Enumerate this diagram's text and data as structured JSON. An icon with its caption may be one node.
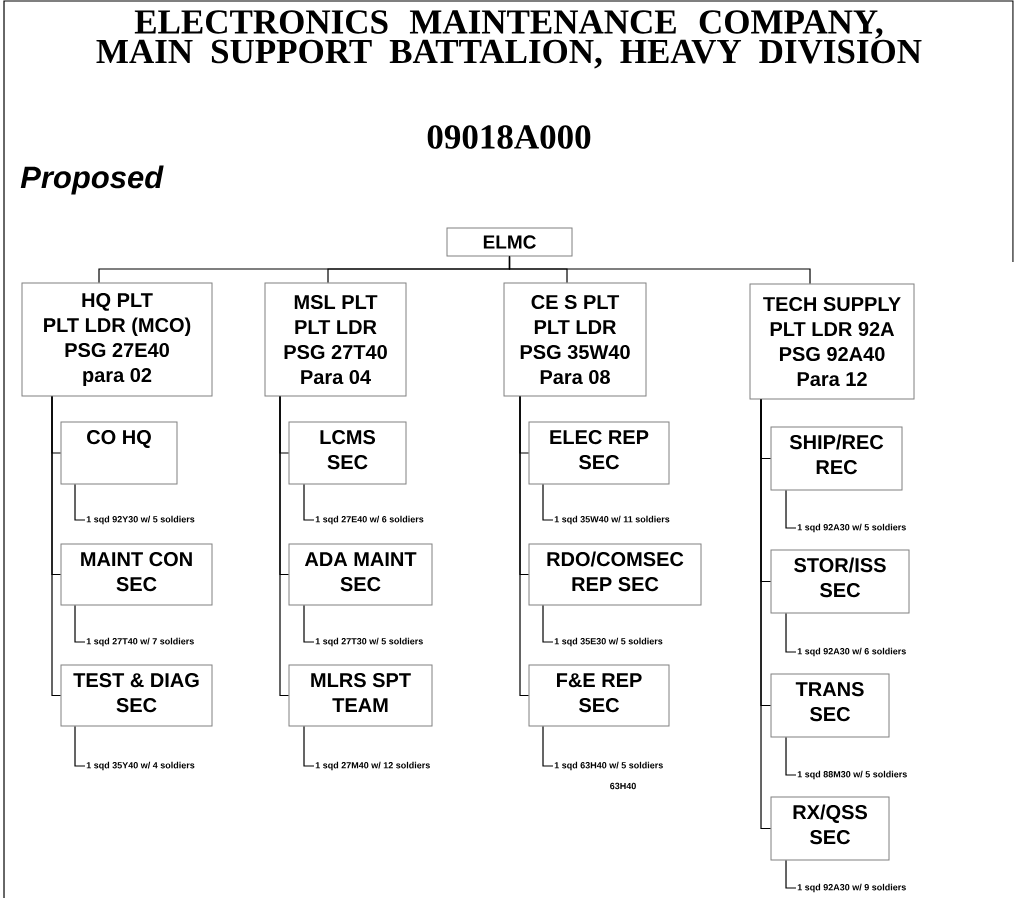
{
  "diagram": {
    "title": "ELECTRONICS MAINTENANCE COMPANY, MAIN SUPPORT BATTALION, HEAVY DIVISION",
    "nodes": [
      {
        "text": [
          "ELMC"
        ]
      },
      {
        "text": [
          "HQ PLT",
          "PLT LDR (MCO)",
          "PSG 27E40",
          "para 02"
        ]
      },
      {
        "text": [
          "MSL PLT",
          "PLT LDR",
          "PSG 27T40",
          "Para 04"
        ]
      },
      {
        "text": [
          "CE S PLT",
          "PLT LDR",
          "PSG 35W40",
          "Para 08"
        ]
      },
      {
        "text": [
          "TECH SUPPLY",
          "PLT LDR 92A",
          "PSG 92A40",
          "Para 12"
        ]
      },
      {
        "text": [
          "CO HQ"
        ]
      },
      {
        "text": [
          "1 sqd 92Y30 w/ 5 soldiers"
        ]
      },
      {
        "text": [
          "MAINT CON SEC"
        ]
      },
      {
        "text": [
          "1 sqd 27T40 w/ 7 soldiers"
        ]
      },
      {
        "text": [
          "TEST & DIAG SEC"
        ]
      },
      {
        "text": [
          "1 sqd 35Y40 w/ 4 soldiers"
        ]
      },
      {
        "text": [
          "LCMS SEC"
        ]
      },
      {
        "text": [
          "1 sqd 27E40 w/ 6 soldiers"
        ]
      },
      {
        "text": [
          "ADA MAINT SEC"
        ]
      },
      {
        "text": [
          "1 sqd 27T30 w/ 5 soldiers"
        ]
      },
      {
        "text": [
          "MLRS SPT TEAM"
        ]
      },
      {
        "text": [
          "1 sqd 27M40 w/ 12 soldiers"
        ]
      },
      {
        "text": [
          "ELEC REP SEC"
        ]
      },
      {
        "text": [
          "1 sqd 35W40 w/ 11 soldiers"
        ]
      },
      {
        "text": [
          "RDO/COMSEC REP SEC"
        ]
      },
      {
        "text": [
          "1 sqd 35E30 w/ 5 soldiers"
        ]
      },
      {
        "text": [
          "F&E REP SEC"
        ]
      },
      {
        "text": [
          "1 sqd 63H40 w/ 5 soldiers"
        ]
      },
      {
        "text": [
          "SHIP/REC REC"
        ]
      },
      {
        "text": [
          "1 sqd 92A30 w/ 5 soldiers"
        ]
      },
      {
        "text": [
          "STOR/ISS SEC"
        ]
      },
      {
        "text": [
          "1 sqd 92A30 w/ 6 soldiers"
        ]
      },
      {
        "text": [
          "TRANS SEC"
        ]
      },
      {
        "text": [
          "1 sqd 88M30 w/ 5 soldiers"
        ]
      },
      {
        "text": [
          "RX/QSS SEC"
        ]
      },
      {
        "text": [
          "1 sqd 92A30 w/ 9 soldiers"
        ]
      }
    ],
    "edges": [
      {
        "from": 0,
        "to": 1,
        "arrow": "none"
      },
      {
        "from": 0,
        "to": 2,
        "arrow": "none"
      },
      {
        "from": 0,
        "to": 3,
        "arrow": "none"
      },
      {
        "from": 0,
        "to": 4,
        "arrow": "none"
      },
      {
        "from": 1,
        "to": 5,
        "arrow": "none"
      },
      {
        "from": 1,
        "to": 7,
        "arrow": "none"
      },
      {
        "from": 1,
        "to": 9,
        "arrow": "none"
      },
      {
        "from": 2,
        "to": 11,
        "arrow": "none"
      },
      {
        "from": 2,
        "to": 13,
        "arrow": "none"
      },
      {
        "from": 2,
        "to": 15,
        "arrow": "none"
      },
      {
        "from": 3,
        "to": 17,
        "arrow": "none"
      },
      {
        "from": 3,
        "to": 19,
        "arrow": "none"
      },
      {
        "from": 3,
        "to": 21,
        "arrow": "none"
      },
      {
        "from": 4,
        "to": 23,
        "arrow": "none"
      },
      {
        "from": 4,
        "to": 25,
        "arrow": "none"
      },
      {
        "from": 4,
        "to": 27,
        "arrow": "none"
      },
      {
        "from": 4,
        "to": 29,
        "arrow": "none"
      },
      {
        "from": 5,
        "to": 6,
        "arrow": "none"
      },
      {
        "from": 7,
        "to": 8,
        "arrow": "none"
      },
      {
        "from": 9,
        "to": 10,
        "arrow": "none"
      },
      {
        "from": 11,
        "to": 12,
        "arrow": "none"
      },
      {
        "from": 13,
        "to": 14,
        "arrow": "none"
      },
      {
        "from": 15,
        "to": 16,
        "arrow": "none"
      },
      {
        "from": 17,
        "to": 18,
        "arrow": "none"
      },
      {
        "from": 19,
        "to": 20,
        "arrow": "none"
      },
      {
        "from": 21,
        "to": 22,
        "arrow": "none"
      },
      {
        "from": 23,
        "to": 24,
        "arrow": "none"
      },
      {
        "from": 25,
        "to": 26,
        "arrow": "none"
      },
      {
        "from": 27,
        "to": 28,
        "arrow": "none"
      },
      {
        "from": 29,
        "to": 30,
        "arrow": "none"
      }
    ],
    "labels": [
      "09018A000",
      "Proposed",
      "63H40"
    ]
  }
}
